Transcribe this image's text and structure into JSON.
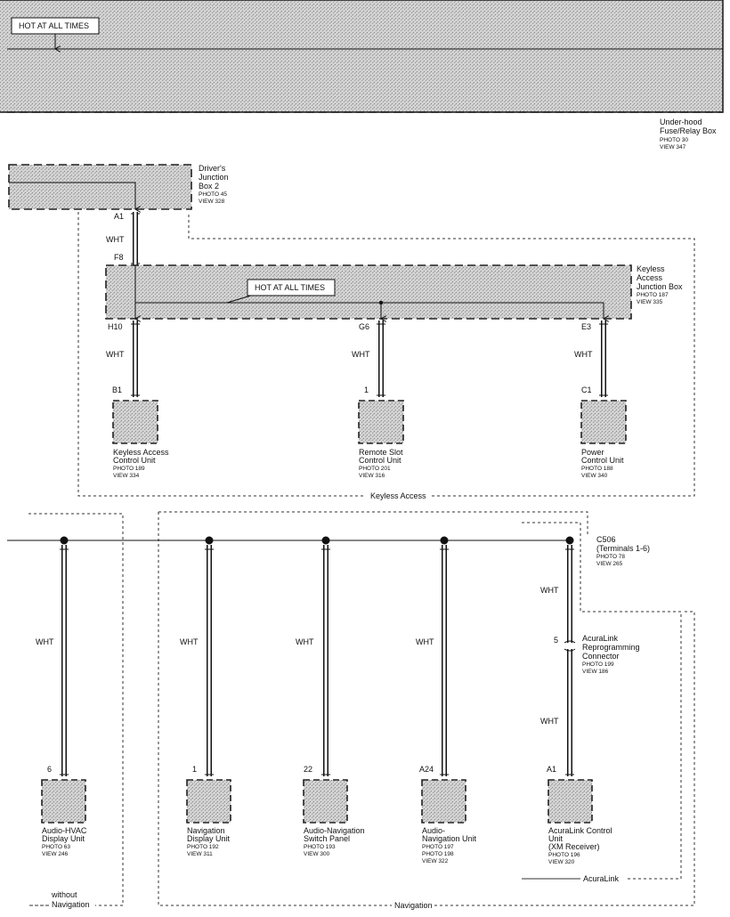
{
  "fuse_box": {
    "hot_label": "HOT AT ALL TIMES",
    "name": [
      "Under-hood",
      "Fuse/Relay Box"
    ],
    "photo": "PHOTO 30",
    "view": "VIEW 347"
  },
  "drivers_box": {
    "name": [
      "Driver's",
      "Junction",
      "Box 2"
    ],
    "photo": "PHOTO 45",
    "view": "VIEW 328",
    "pin_top": "A1",
    "wire_color": "WHT"
  },
  "keyless_junction": {
    "pin_top": "F8",
    "hot_label": "HOT AT ALL TIMES",
    "name": [
      "Keyless",
      "Access",
      "Junction Box"
    ],
    "photo": "PHOTO 187",
    "view": "VIEW 335"
  },
  "keyless_section_label": "Keyless Access",
  "keyless_branches": [
    {
      "pin_top": "H10",
      "wire": "WHT",
      "pin_bottom": "B1",
      "name": [
        "Keyless Access",
        "Control Unit"
      ],
      "photo": "PHOTO 189",
      "view": "VIEW 334"
    },
    {
      "pin_top": "G6",
      "wire": "WHT",
      "pin_bottom": "1",
      "name": [
        "Remote Slot",
        "Control Unit"
      ],
      "photo": "PHOTO 201",
      "view": "VIEW 316"
    },
    {
      "pin_top": "E3",
      "wire": "WHT",
      "pin_bottom": "C1",
      "name": [
        "Power",
        "Control Unit"
      ],
      "photo": "PHOTO 188",
      "view": "VIEW 340"
    }
  ],
  "connector": {
    "name": [
      "C506",
      "(Terminals 1-6)"
    ],
    "photo": "PHOTO 78",
    "view": "VIEW 265"
  },
  "bottom_units": [
    {
      "wire": "WHT",
      "pin": "6",
      "name": [
        "Audio-HVAC",
        "Display Unit"
      ],
      "photo": "PHOTO 63",
      "view": "VIEW 246"
    },
    {
      "wire": "WHT",
      "pin": "1",
      "name": [
        "Navigation",
        "Display Unit"
      ],
      "photo": "PHOTO 192",
      "view": "VIEW 311"
    },
    {
      "wire": "WHT",
      "pin": "22",
      "name": [
        "Audio-Navigation",
        "Switch Panel"
      ],
      "photo": "PHOTO 193",
      "view": "VIEW 300"
    },
    {
      "wire": "WHT",
      "pin": "A24",
      "name": [
        "Audio-",
        "Navigation Unit"
      ],
      "photo": "PHOTO 197",
      "photo2": "PHOTO 198",
      "view": "VIEW 322"
    }
  ],
  "acuralink": {
    "wire_top": "WHT",
    "pin_reprog": "5",
    "reprog_name": [
      "AcuraLink",
      "Reprogramming",
      "Connector"
    ],
    "reprog_photo": "PHOTO 199",
    "reprog_view": "VIEW 186",
    "wire_bottom": "WHT",
    "pin_unit": "A1",
    "unit_name": [
      "AcuraLink Control",
      "Unit",
      "(XM Receiver)"
    ],
    "unit_photo": "PHOTO 196",
    "unit_view": "VIEW 320",
    "section_label": "AcuraLink"
  },
  "without_nav_label": [
    "without",
    "Navigation"
  ],
  "navigation_label": "Navigation",
  "colors": {
    "ink": "#111111",
    "shade": "#c9c9c9",
    "background": "#ffffff"
  }
}
